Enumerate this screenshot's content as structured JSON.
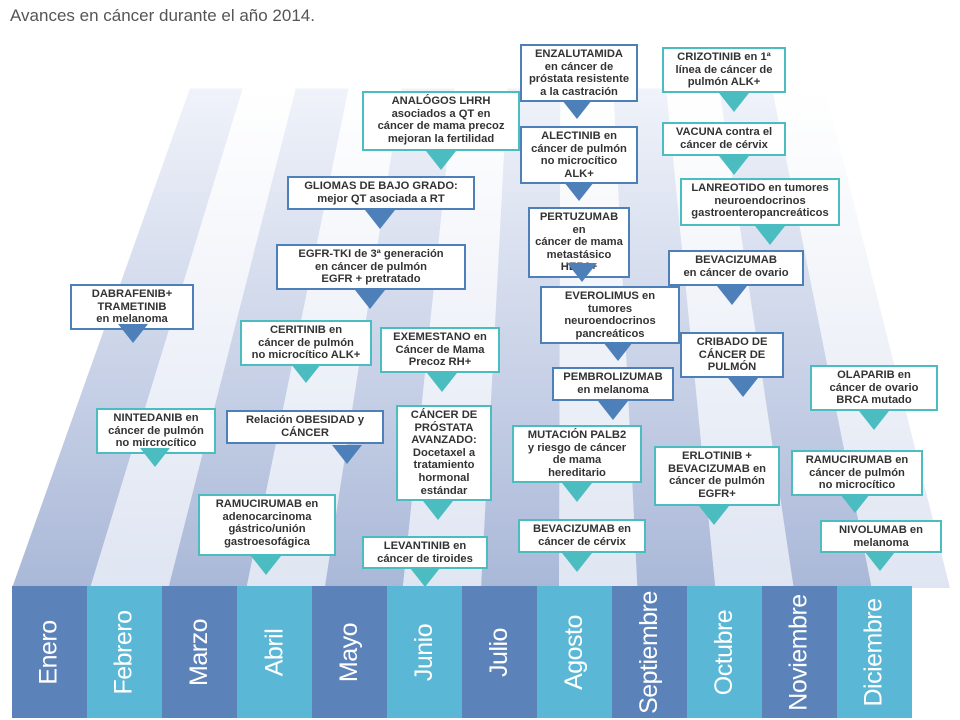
{
  "title": "Avances en cáncer durante el año 2014.",
  "months": [
    "Enero",
    "Febrero",
    "Marzo",
    "Abril",
    "Mayo",
    "Junio",
    "Julio",
    "Agosto",
    "Septiembre",
    "Octubre",
    "Noviembre",
    "Diciembre"
  ],
  "colors": {
    "teal": "#4bbdc0",
    "blue": "#4d7fb9",
    "month_dark": "#5b82b9",
    "month_light": "#5ab8d6"
  },
  "events": [
    {
      "text": "DABRAFENIB+\nTRAMETINIB\nen melanoma",
      "month": "Enero",
      "color": "blue"
    },
    {
      "text": "NINTEDANIB en\ncáncer de pulmón\nno mircrocítico",
      "month": "Febrero",
      "color": "teal"
    },
    {
      "text": "CERITINIB en\ncáncer de pulmón\nno microcítico ALK+",
      "month": "Abril",
      "color": "teal"
    },
    {
      "text": "Relación OBESIDAD y\nCÁNCER",
      "month": "Mayo",
      "color": "blue"
    },
    {
      "text": "RAMUCIRUMAB en\nadenocarcinoma\ngástrico/unión\ngastroesofágica",
      "month": "Abril",
      "color": "teal"
    },
    {
      "text": "ANALÓGOS LHRH\nasociados a QT en\ncáncer de mama precoz\nmejoran la fertilidad",
      "month": "Junio",
      "color": "teal"
    },
    {
      "text": "GLIOMAS DE BAJO GRADO:\nmejor QT asociada a RT",
      "month": "Mayo",
      "color": "blue"
    },
    {
      "text": "EGFR-TKI de 3ª generación\nen cáncer de pulmón\nEGFR + pretratado",
      "month": "Mayo",
      "color": "blue"
    },
    {
      "text": "EXEMESTANO en\nCáncer de Mama\nPrecoz RH+",
      "month": "Junio",
      "color": "teal"
    },
    {
      "text": "CÁNCER DE\nPRÓSTATA\nAVANZADO:\nDocetaxel a\ntratamiento\nhormonal\nestándar",
      "month": "Junio",
      "color": "teal"
    },
    {
      "text": "LEVANTINIB en\ncáncer de tiroides",
      "month": "Junio",
      "color": "teal"
    },
    {
      "text": "ENZALUTAMIDA\nen cáncer de\npróstata resistente\na la castración",
      "month": "Agosto",
      "color": "blue"
    },
    {
      "text": "ALECTINIB en\ncáncer de pulmón\nno microcítico\nALK+",
      "month": "Agosto",
      "color": "blue"
    },
    {
      "text": "PERTUZUMAB en\ncáncer de mama\nmetastásico\nHER2+",
      "month": "Agosto",
      "color": "blue"
    },
    {
      "text": "EVEROLIMUS en\ntumores\nneuroendocrinos\npancreáticos",
      "month": "Septiembre",
      "color": "blue"
    },
    {
      "text": "PEMBROLIZUMAB\nen melanoma",
      "month": "Septiembre",
      "color": "blue"
    },
    {
      "text": "MUTACIÓN PALB2\ny riesgo de cáncer\nde mama\nhereditario",
      "month": "Agosto",
      "color": "teal"
    },
    {
      "text": "BEVACIZUMAB en\ncáncer de cérvix",
      "month": "Agosto",
      "color": "teal"
    },
    {
      "text": "CRIZOTINIB en 1ª\nlínea de cáncer de\npulmón ALK+",
      "month": "Noviembre",
      "color": "teal"
    },
    {
      "text": "VACUNA contra el\ncáncer de cérvix",
      "month": "Noviembre",
      "color": "teal"
    },
    {
      "text": "LANREOTIDO en tumores\nneuroendocrinos\ngastroenteropancreáticos",
      "month": "Noviembre",
      "color": "teal"
    },
    {
      "text": "BEVACIZUMAB\nen cáncer de ovario",
      "month": "Octubre",
      "color": "blue"
    },
    {
      "text": "CRIBADO DE\nCÁNCER DE\nPULMÓN",
      "month": "Noviembre",
      "color": "blue"
    },
    {
      "text": "ERLOTINIB +\nBEVACIZUMAB en\ncáncer de pulmón\nEGFR+",
      "month": "Octubre",
      "color": "teal"
    },
    {
      "text": "OLAPARIB en\ncáncer de ovario\nBRCA mutado",
      "month": "Diciembre",
      "color": "teal"
    },
    {
      "text": "RAMUCIRUMAB en\ncáncer de pulmón\nno microcítico",
      "month": "Diciembre",
      "color": "teal"
    },
    {
      "text": "NIVOLUMAB en\nmelanoma",
      "month": "Diciembre",
      "color": "teal"
    }
  ]
}
